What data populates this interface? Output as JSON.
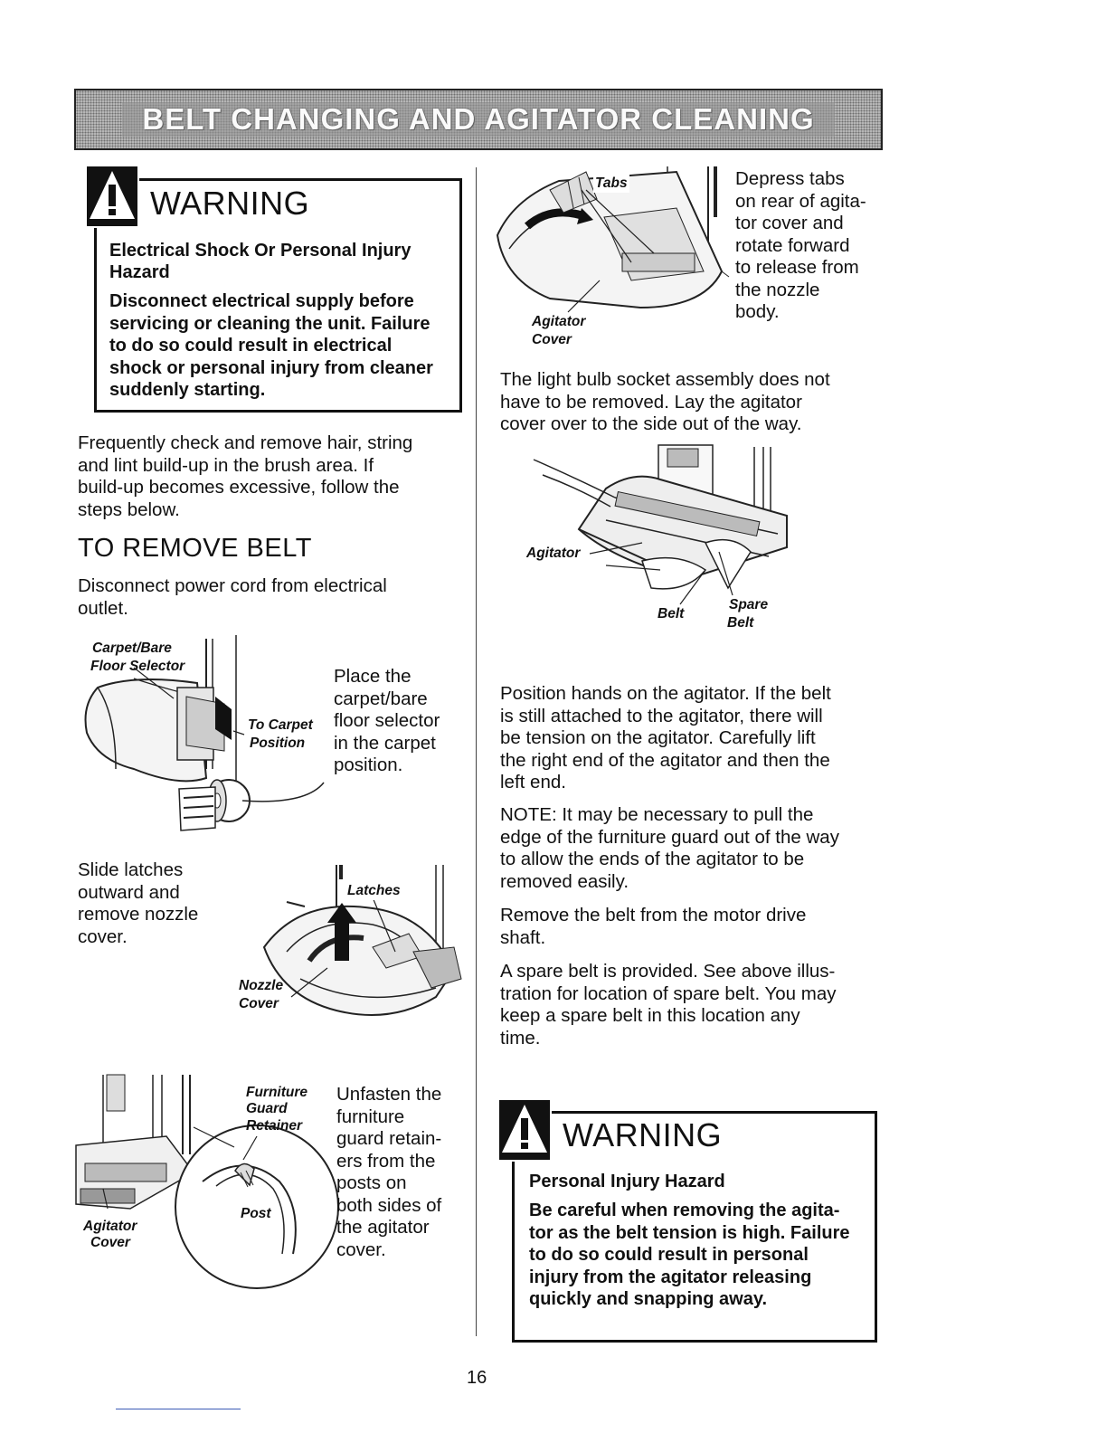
{
  "header": {
    "title": "BELT CHANGING AND AGITATOR CLEANING"
  },
  "warning_left": {
    "heading": "WARNING",
    "hazard_line1": "Electrical Shock Or Personal Injury",
    "hazard_line2": "Hazard",
    "body_lines": [
      "Disconnect electrical supply before",
      "servicing or cleaning the unit. Failure",
      "to do so could result in electrical",
      "shock or personal injury from cleaner",
      "suddenly starting."
    ]
  },
  "intro_lines": [
    "Frequently check and remove hair, string",
    "and lint build-up in the brush area. If",
    "build-up becomes excessive, follow the",
    "steps below."
  ],
  "remove_belt": {
    "title": "TO REMOVE BELT",
    "disconnect_lines": [
      "Disconnect power cord from electrical",
      "outlet."
    ]
  },
  "fig_selector": {
    "label_selector_1": "Carpet/Bare",
    "label_selector_2": "Floor Selector",
    "label_position_1": "To Carpet",
    "label_position_2": "Position",
    "step_lines": [
      "Place the",
      "carpet/bare",
      "floor selector",
      "in the carpet",
      "position."
    ]
  },
  "fig_latches": {
    "step_lines": [
      "Slide latches",
      "outward and",
      "remove nozzle",
      "cover."
    ],
    "label_latches": "Latches",
    "label_nozzle_1": "Nozzle",
    "label_nozzle_2": "Cover"
  },
  "fig_guard": {
    "label_furniture_1": "Furniture",
    "label_furniture_2": "Guard",
    "label_furniture_3": "Retainer",
    "label_post": "Post",
    "label_agitator_1": "Agitator",
    "label_agitator_2": "Cover",
    "step_lines": [
      "Unfasten the",
      "furniture",
      "guard retain-",
      "ers from the",
      "posts on",
      "both sides of",
      "the agitator",
      "cover."
    ]
  },
  "fig_tabs": {
    "label_tabs": "Tabs",
    "label_agitator_1": "Agitator",
    "label_agitator_2": "Cover",
    "step_lines": [
      "Depress tabs",
      "on rear of agita-",
      "tor cover and",
      "rotate forward",
      "to release from",
      "the nozzle",
      "body."
    ]
  },
  "bulb_lines": [
    "The light bulb socket assembly does not",
    "have to be removed.  Lay the agitator",
    "cover over to the side out of the way."
  ],
  "fig_agitator": {
    "label_agitator": "Agitator",
    "label_belt": "Belt",
    "label_spare_1": "Spare",
    "label_spare_2": "Belt"
  },
  "position_lines": [
    "Position hands on the agitator. If the belt",
    "is still attached to the agitator, there will",
    "be tension on the agitator. Carefully lift",
    "the right end of the agitator and then the",
    "left end."
  ],
  "note": {
    "label": "NOTE:",
    "first_line": " It may be necessary to pull the",
    "lines": [
      "edge of the furniture guard out of the way",
      "to allow the ends of the agitator to be",
      "removed easily."
    ]
  },
  "remove_lines": [
    "Remove the belt from the motor drive",
    "shaft."
  ],
  "spare_lines": [
    "A spare belt is provided.  See above illus-",
    "tration for location of spare belt.  You may",
    "keep a spare belt in this location any",
    "time."
  ],
  "warning_right": {
    "heading": "WARNING",
    "hazard": "Personal Injury Hazard",
    "body_lines": [
      "Be careful when removing the agita-",
      "tor as the belt tension is high. Failure",
      "to do so could result in personal",
      "injury from the agitator releasing",
      "quickly and snapping away."
    ]
  },
  "page_number": "16"
}
